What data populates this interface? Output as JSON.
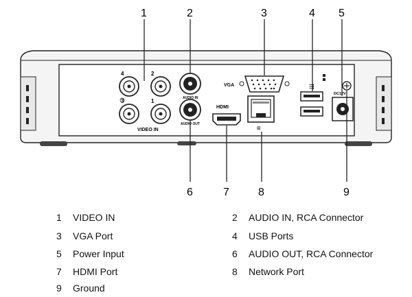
{
  "device": {
    "vga_label": "VGA",
    "hdmi_label": "HDMI",
    "video_in_label": "VIDEO IN",
    "audio_in_label": "AUDIO IN",
    "audio_out_label": "AUDIO OUT",
    "dc_label": "DC12V",
    "channel_numbers": [
      "4",
      "2",
      "3",
      "1"
    ]
  },
  "callouts": [
    "1",
    "2",
    "3",
    "4",
    "5",
    "6",
    "7",
    "8",
    "9"
  ],
  "legend": [
    {
      "num": "1",
      "label": "VIDEO IN"
    },
    {
      "num": "2",
      "label": "AUDIO IN, RCA Connector"
    },
    {
      "num": "3",
      "label": "VGA Port"
    },
    {
      "num": "4",
      "label": "USB Ports"
    },
    {
      "num": "5",
      "label": "Power Input"
    },
    {
      "num": "6",
      "label": "AUDIO OUT, RCA Connector"
    },
    {
      "num": "7",
      "label": "HDMI Port"
    },
    {
      "num": "8",
      "label": "Network Port"
    },
    {
      "num": "9",
      "label": "Ground"
    }
  ]
}
